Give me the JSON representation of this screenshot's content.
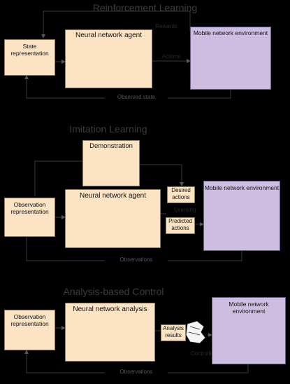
{
  "sections": [
    {
      "title": "Reinforcement Learning",
      "state_box": "State representation",
      "agent_box": "Neural network agent",
      "env_box": "Mobile network environment",
      "top_arrow": "Rewards",
      "middle_arrow": "Actions",
      "bottom_arrow": "Observed state"
    },
    {
      "title": "Imitation Learning",
      "demo_box": "Demonstration",
      "state_box": "Observation representation",
      "agent_box": "Neural network agent",
      "env_box": "Mobile network environment",
      "desired_box": "Desired actions",
      "predicted_box": "Predicted actions",
      "learning_label": "Learning",
      "bottom_arrow": "Observations"
    },
    {
      "title": "Analysis-based Control",
      "state_box": "Observation representation",
      "agent_box": "Neural network analysis",
      "env_box": "Mobile network environment",
      "analysis_box": "Analysis results",
      "controller_label": "Controller",
      "bottom_arrow": "Observations"
    }
  ],
  "colors": {
    "background": "#000000",
    "agent_fill": "#fbe3c3",
    "env_fill": "#cdbde0",
    "line": "#3a3a3a"
  }
}
